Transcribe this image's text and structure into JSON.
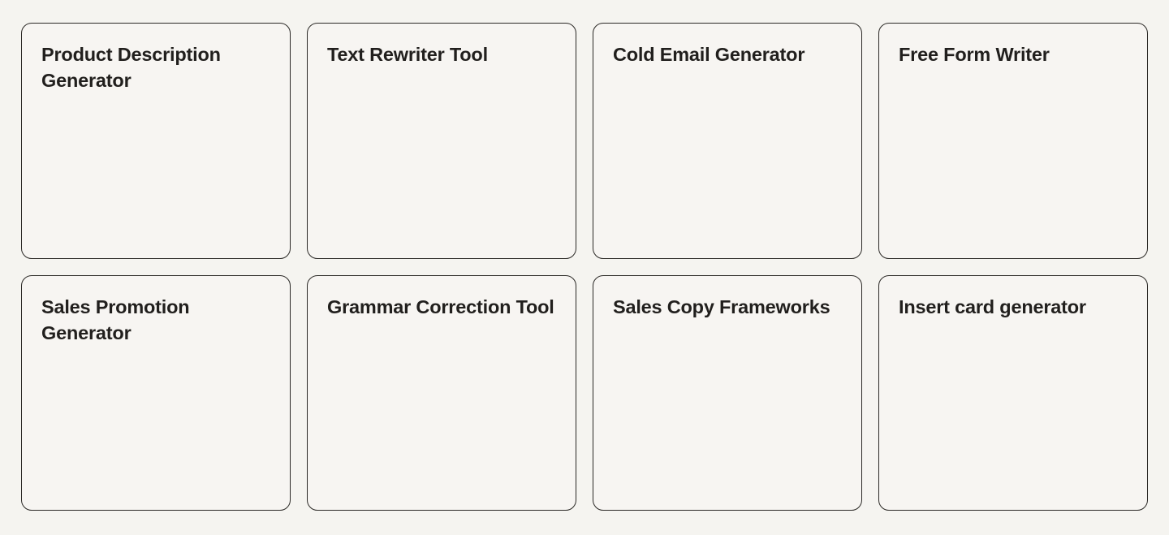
{
  "page": {
    "background_color": "#f5f4f0",
    "card_background_color": "#f7f5f2",
    "card_border_color": "#2b2926",
    "title_color": "#211f1d",
    "layout": "4-column grid, 2 rows"
  },
  "grid": {
    "columns": 4,
    "rows": 2,
    "cards": [
      {
        "title": "Product Description Generator"
      },
      {
        "title": "Text Rewriter Tool"
      },
      {
        "title": "Cold Email Generator"
      },
      {
        "title": "Free Form Writer"
      },
      {
        "title": "Sales Promotion Generator"
      },
      {
        "title": "Grammar Correction Tool"
      },
      {
        "title": "Sales Copy Frameworks"
      },
      {
        "title": "Insert card generator"
      }
    ]
  }
}
